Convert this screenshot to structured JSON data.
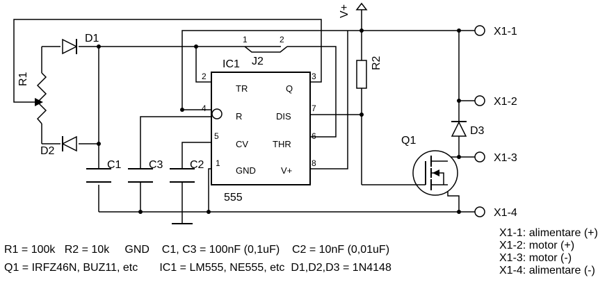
{
  "components": {
    "ic1": {
      "ref": "IC1",
      "type": "555",
      "pins": {
        "tr": "TR",
        "q": "Q",
        "r": "R",
        "dis": "DIS",
        "cv": "CV",
        "thr": "THR",
        "gnd": "GND",
        "vplus": "V+"
      },
      "pin_numbers": {
        "p1": "1",
        "p2": "2",
        "p3": "3",
        "p4": "4",
        "p5": "5",
        "p6": "6",
        "p7": "7",
        "p8": "8"
      }
    },
    "j2": {
      "ref": "J2",
      "pin1": "1",
      "pin2": "2"
    },
    "r1": "R1",
    "r2": "R2",
    "d1": "D1",
    "d2": "D2",
    "d3": "D3",
    "c1": "C1",
    "c2": "C2",
    "c3": "C3",
    "q1": "Q1",
    "vplus": "V+"
  },
  "connectors": {
    "x1_1": "X1-1",
    "x1_2": "X1-2",
    "x1_3": "X1-3",
    "x1_4": "X1-4"
  },
  "values": {
    "line1": "R1 = 100k   R2 = 10k     GND    C1, C3 = 100nF (0,1uF)    C2 = 10nF (0,01uF)",
    "line2": "Q1 = IRFZ46N, BUZ11, etc       IC1 = LM555, NE555, etc  D1,D2,D3 = 1N4148"
  },
  "legend": {
    "x1_1": "X1-1: alimentare (+)",
    "x1_2": "X1-2: motor (+)",
    "x1_3": "X1-3: motor (-)",
    "x1_4": "X1-4: alimentare (-)"
  }
}
